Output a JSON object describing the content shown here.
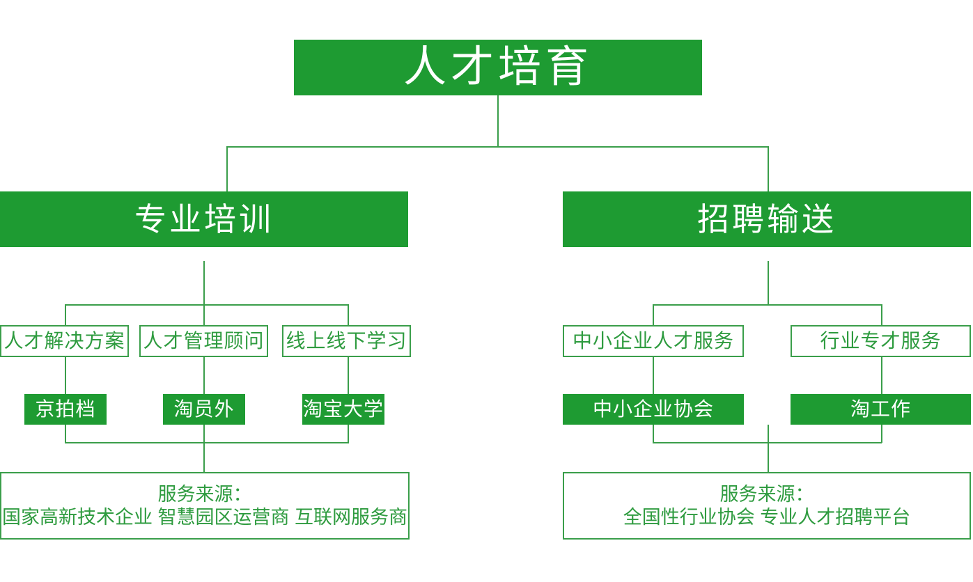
{
  "chart_data": {
    "type": "diagram",
    "title": "人才培育",
    "orientation": "top-down-tree",
    "colors": {
      "fill": "#1E9B32",
      "stroke": "#3A9E4A",
      "text_on_fill": "#FFFFFF",
      "text_outlined": "#2E9B3F",
      "background": "#FFFFFF"
    },
    "levels": 5
  },
  "root": {
    "label": "人才培育"
  },
  "branches": [
    {
      "label": "专业培训",
      "children": [
        {
          "label": "人才解决方案",
          "product": "京拍档"
        },
        {
          "label": "人才管理顾问",
          "product": "淘员外"
        },
        {
          "label": "线上线下学习",
          "product": "淘宝大学"
        }
      ],
      "source": {
        "heading": "服务来源：",
        "items": "国家高新技术企业  智慧园区运营商  互联网服务商"
      }
    },
    {
      "label": "招聘输送",
      "children": [
        {
          "label": "中小企业人才服务",
          "product": "中小企业协会"
        },
        {
          "label": "行业专才服务",
          "product": "淘工作"
        }
      ],
      "source": {
        "heading": "服务来源：",
        "items": "全国性行业协会  专业人才招聘平台"
      }
    }
  ]
}
